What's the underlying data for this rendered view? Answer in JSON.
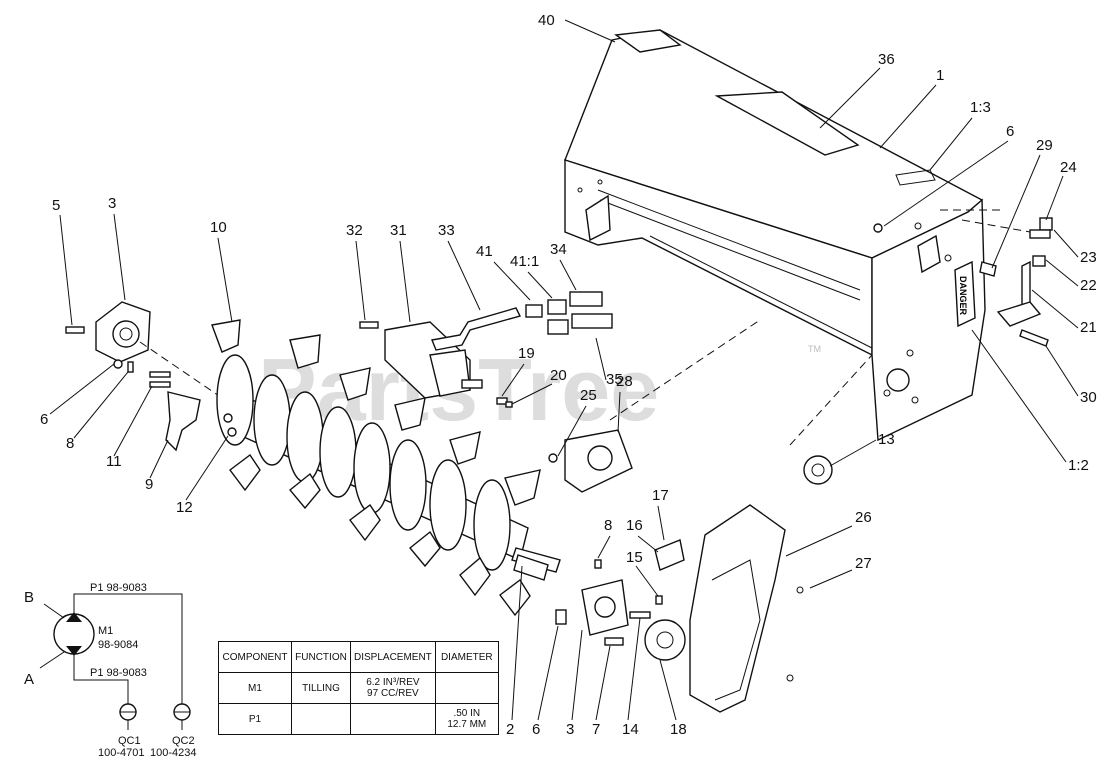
{
  "watermark": "PartsTree",
  "callouts": [
    {
      "id": "c40",
      "text": "40"
    },
    {
      "id": "c36",
      "text": "36"
    },
    {
      "id": "c1",
      "text": "1"
    },
    {
      "id": "c1-3",
      "text": "1:3"
    },
    {
      "id": "c6a",
      "text": "6"
    },
    {
      "id": "c29",
      "text": "29"
    },
    {
      "id": "c24",
      "text": "24"
    },
    {
      "id": "c23",
      "text": "23"
    },
    {
      "id": "c22",
      "text": "22"
    },
    {
      "id": "c21",
      "text": "21"
    },
    {
      "id": "c30",
      "text": "30"
    },
    {
      "id": "c1-2",
      "text": "1:2"
    },
    {
      "id": "c13",
      "text": "13"
    },
    {
      "id": "c5",
      "text": "5"
    },
    {
      "id": "c3a",
      "text": "3"
    },
    {
      "id": "c10",
      "text": "10"
    },
    {
      "id": "c32",
      "text": "32"
    },
    {
      "id": "c31",
      "text": "31"
    },
    {
      "id": "c33",
      "text": "33"
    },
    {
      "id": "c41",
      "text": "41"
    },
    {
      "id": "c41-1",
      "text": "41:1"
    },
    {
      "id": "c34",
      "text": "34"
    },
    {
      "id": "c19",
      "text": "19"
    },
    {
      "id": "c20",
      "text": "20"
    },
    {
      "id": "c35",
      "text": "35"
    },
    {
      "id": "c25",
      "text": "25"
    },
    {
      "id": "c28",
      "text": "28"
    },
    {
      "id": "c6b",
      "text": "6"
    },
    {
      "id": "c8a",
      "text": "8"
    },
    {
      "id": "c11",
      "text": "11"
    },
    {
      "id": "c9",
      "text": "9"
    },
    {
      "id": "c12",
      "text": "12"
    },
    {
      "id": "c17",
      "text": "17"
    },
    {
      "id": "c8b",
      "text": "8"
    },
    {
      "id": "c16",
      "text": "16"
    },
    {
      "id": "c15",
      "text": "15"
    },
    {
      "id": "c26",
      "text": "26"
    },
    {
      "id": "c27",
      "text": "27"
    },
    {
      "id": "c2",
      "text": "2"
    },
    {
      "id": "c6c",
      "text": "6"
    },
    {
      "id": "c3b",
      "text": "3"
    },
    {
      "id": "c7",
      "text": "7"
    },
    {
      "id": "c14",
      "text": "14"
    },
    {
      "id": "c18",
      "text": "18"
    }
  ],
  "decal_text": "DANGER",
  "tm_mark": "TM",
  "hydraulic": {
    "port_b": "B",
    "port_a": "A",
    "p1_top": "P1 98-9083",
    "p1_bottom": "P1 98-9083",
    "motor_name": "M1",
    "motor_part": "98-9084",
    "qc1": "QC1",
    "qc2": "QC2",
    "qc1_part": "100-4701",
    "qc2_part": "100-4234"
  },
  "table": {
    "headers": [
      "COMPONENT",
      "FUNCTION",
      "DISPLACEMENT",
      "DIAMETER"
    ],
    "rows": [
      {
        "component": "M1",
        "function": "TILLING",
        "displacement_1": "6.2 IN³/REV",
        "displacement_2": "97 CC/REV",
        "diameter_1": "",
        "diameter_2": ""
      },
      {
        "component": "P1",
        "function": "",
        "displacement_1": "",
        "displacement_2": "",
        "diameter_1": ".50 IN",
        "diameter_2": "12.7 MM"
      }
    ]
  }
}
